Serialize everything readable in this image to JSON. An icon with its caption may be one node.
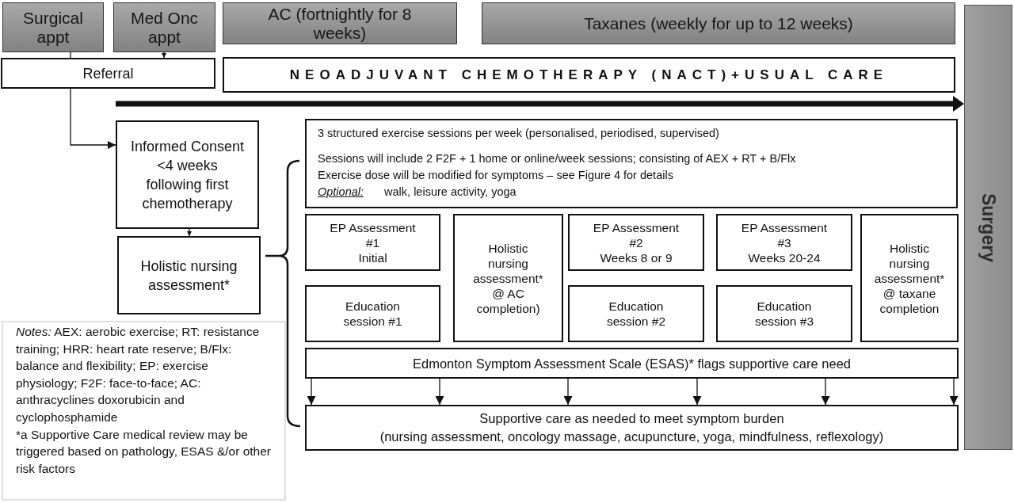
{
  "diagram": {
    "nodes": [
      {
        "text": [
          "Surgical appt"
        ]
      },
      {
        "text": [
          "Med Onc appt"
        ]
      },
      {
        "text": [
          "AC (fortnightly for 8 weeks)"
        ]
      },
      {
        "text": [
          "Taxanes (weekly for up to 12 weeks)"
        ]
      },
      {
        "text": [
          "Referral"
        ]
      },
      {
        "text": [
          "NEOADJUVANT CHEMOTHERAPY (NACT)+USUAL CARE"
        ]
      },
      {
        "text": [
          "Surgery"
        ]
      },
      {
        "text": [
          "Informed Consent <4 weeks following first chemotherapy"
        ]
      },
      {
        "text": [
          "Holistic nursing assessment*"
        ]
      },
      {
        "text": [
          "3 structured exercise sessions per week (personalised, periodised, supervised)",
          "Sessions will include 2 F2F + 1 home or online/week sessions; consisting of AEX + RT + B/Flx",
          "Exercise dose will be modified for symptoms – see Figure 4 for details",
          "*Optional:* walk, leisure activity, yoga"
        ]
      },
      {
        "text": [
          "EP Assessment #1",
          "Initial"
        ]
      },
      {
        "text": [
          "Education session #1"
        ]
      },
      {
        "text": [
          "Holistic nursing assessment* @ AC completion)"
        ]
      },
      {
        "text": [
          "EP Assessment #2",
          "Weeks 8 or 9"
        ]
      },
      {
        "text": [
          "Education session #2"
        ]
      },
      {
        "text": [
          "EP Assessment #3",
          "Weeks 20-24"
        ]
      },
      {
        "text": [
          "Education session #3"
        ]
      },
      {
        "text": [
          "Holistic nursing assessment* @ taxane completion"
        ]
      },
      {
        "text": [
          "Edmonton Symptom Assessment Scale (ESAS)* flags supportive care need"
        ]
      },
      {
        "text": [
          "Supportive care as needed to meet symptom burden",
          "(nursing assessment, oncology massage, acupuncture, yoga, mindfulness, reflexology)"
        ]
      },
      {
        "text": [
          "*Notes:* AEX: aerobic exercise; RT: resistance training; HRR: heart rate reserve; B/Flx: balance and flexibility; EP: exercise physiology; F2F: face-to-face; AC: anthracyclines doxorubicin and cyclophosphamide",
          "*a Supportive Care medical review may be triggered based on pathology, ESAS &/or other risk factors"
        ]
      }
    ],
    "edges": [
      {
        "from": 0,
        "to": 4,
        "arrow": "none"
      },
      {
        "from": 1,
        "to": 4,
        "arrow": "to"
      },
      {
        "from": 4,
        "to": 7,
        "arrow": "to"
      },
      {
        "from": 7,
        "to": 8,
        "arrow": "to"
      },
      {
        "from": 18,
        "to": 19,
        "arrow": "to"
      },
      {
        "from": 18,
        "to": 19,
        "arrow": "to"
      },
      {
        "from": 18,
        "to": 19,
        "arrow": "to"
      },
      {
        "from": 18,
        "to": 19,
        "arrow": "to"
      },
      {
        "from": 18,
        "to": 19,
        "arrow": "to"
      },
      {
        "from": 18,
        "to": 19,
        "arrow": "to"
      },
      {
        "from": null,
        "to": 6,
        "arrow": "to",
        "style": "thick"
      }
    ]
  }
}
